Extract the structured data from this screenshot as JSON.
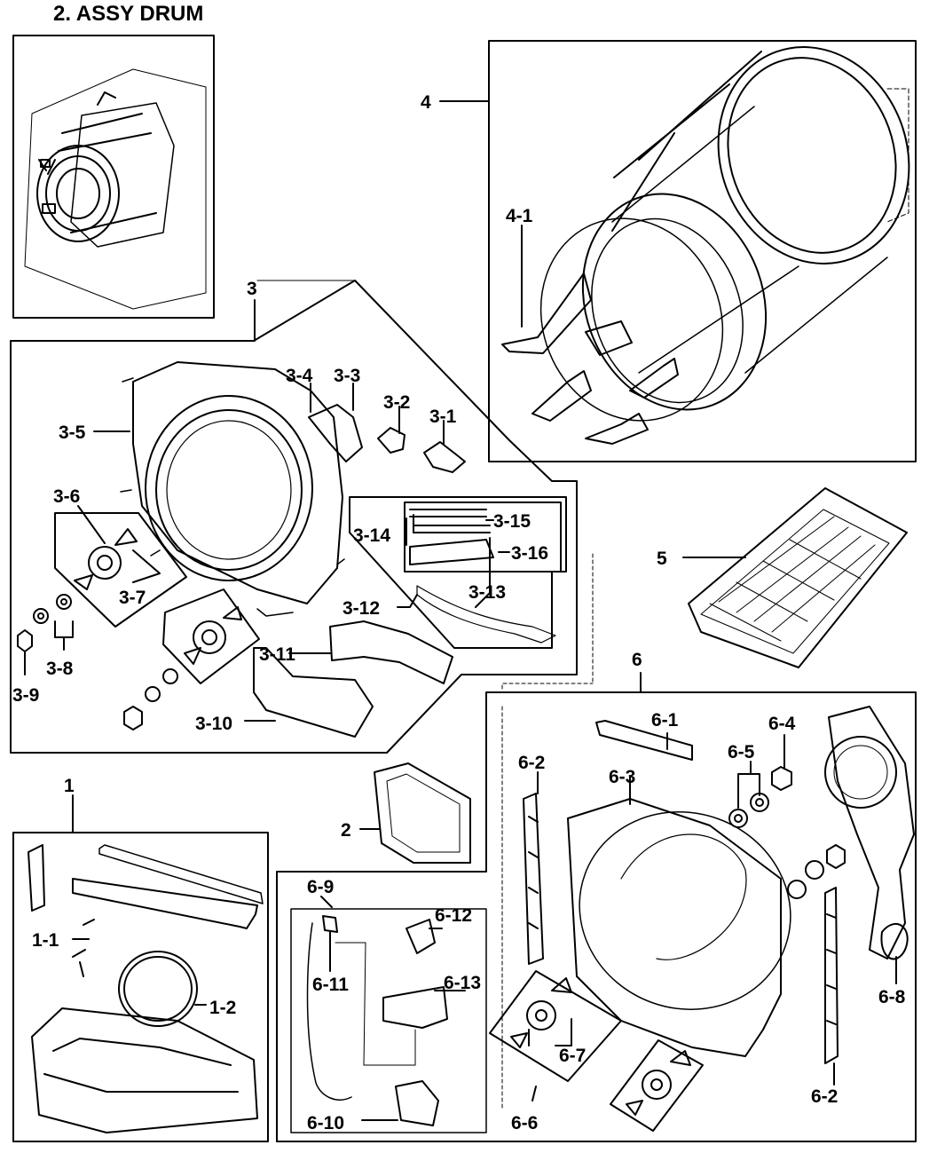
{
  "title": "2. ASSY DRUM",
  "callouts": {
    "c1": "1",
    "c1_1": "1-1",
    "c1_2": "1-2",
    "c2": "2",
    "c3": "3",
    "c3_1": "3-1",
    "c3_2": "3-2",
    "c3_3": "3-3",
    "c3_4": "3-4",
    "c3_5": "3-5",
    "c3_6": "3-6",
    "c3_7": "3-7",
    "c3_8": "3-8",
    "c3_9": "3-9",
    "c3_10": "3-10",
    "c3_11": "3-11",
    "c3_12": "3-12",
    "c3_13": "3-13",
    "c3_14": "3-14",
    "c3_15": "3-15",
    "c3_16": "3-16",
    "c4": "4",
    "c4_1": "4-1",
    "c5": "5",
    "c6": "6",
    "c6_1": "6-1",
    "c6_2a": "6-2",
    "c6_2b": "6-2",
    "c6_3": "6-3",
    "c6_4": "6-4",
    "c6_5": "6-5",
    "c6_6": "6-6",
    "c6_7": "6-7",
    "c6_8": "6-8",
    "c6_9": "6-9",
    "c6_10": "6-10",
    "c6_11": "6-11",
    "c6_12": "6-12",
    "c6_13": "6-13"
  }
}
